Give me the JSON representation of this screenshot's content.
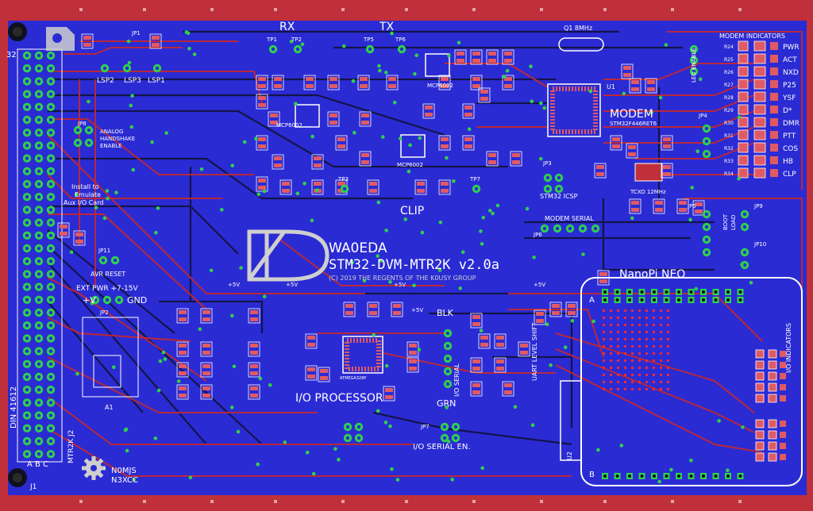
{
  "colors": {
    "board_blue": "#2b2bd4",
    "copper_red": "#c0303a",
    "trace_red": "#b8283a",
    "via_green": "#2fd14d",
    "silk_white": "#ffffff",
    "pad_red": "#e05a64",
    "dark_trace": "#101040"
  },
  "board": {
    "title_call": "WA0EDA",
    "title_name": "STM32-DVM-MTR2K v2.0a",
    "copyright": "(C) 2019 THE REGENTS OF THE K0USY GROUP",
    "credits_1": "N0MJS",
    "credits_2": "N3XCC",
    "din_label": "DIN 41612",
    "mtr2k_label": "MTR2K J2",
    "j1_label": "J1",
    "pin_32": "32",
    "abc_label": "A B C"
  },
  "sections": {
    "rx": "RX",
    "tx": "TX",
    "clip": "CLIP",
    "modem": "MODEM",
    "modem_part": "STM32F446RET6",
    "io_processor": "I/O PROCESSOR",
    "nanopi": "NanoPi NEO",
    "modem_serial": "MODEM SERIAL",
    "stm32_icsp": "STM32 ICSP",
    "io_serial_en": "I/O SERIAL EN.",
    "io_serial": "I/O SERIAL",
    "blk": "BLK",
    "grn": "GRN",
    "level_shift": "UART LEVEL SHIFT",
    "io_indicators": "I/O INDICATORS",
    "analog_1": "ANALOG",
    "analog_2": "HANDSHAKE",
    "analog_3": "ENABLE",
    "install_1": "Install to",
    "install_2": "Emulate",
    "install_3": "Aux I/O Card",
    "avr_reset": "AVR RESET",
    "ext_pwr": "EXT PWR +7-15V",
    "plus_v": "+V",
    "gnd": "GND",
    "led_enable": "LED ENABLE",
    "xtal": "Q1 8MHz",
    "tcxo": "TCXO 12MHz",
    "boot": "BOOT",
    "load": "LOAD"
  },
  "modem_indicators": {
    "title": "MODEM INDICATORS",
    "labels": [
      "PWR",
      "ACT",
      "NXD",
      "P25",
      "YSF",
      "D*",
      "DMR",
      "PTT",
      "COS",
      "HB",
      "CLP"
    ],
    "refs": [
      "R24",
      "R25",
      "R26",
      "R27",
      "R28",
      "R29",
      "R30",
      "R31",
      "R32",
      "R33",
      "R34"
    ]
  },
  "test_points": [
    "TP1",
    "TP2",
    "TP3",
    "TP5",
    "TP6",
    "TP7"
  ],
  "jumpers": [
    "JP1",
    "JP2",
    "JP3",
    "JP4",
    "JP5",
    "JP6",
    "JP7",
    "JP8",
    "JP9",
    "JP10",
    "JP11"
  ],
  "speaker_labels": [
    "LSP2",
    "LSP3",
    "LSP1"
  ],
  "ics": {
    "ic1": "MCP6002",
    "ic2": "MCP6002",
    "ic3": "MCP6002",
    "u1": "U1",
    "u2": "U2",
    "a1": "A1",
    "avr": "ATMEGA328P"
  },
  "header_rows": {
    "a": "A",
    "b": "B"
  },
  "rails": [
    "+5V",
    "+5V",
    "+5V",
    "+5V",
    "+5V"
  ]
}
